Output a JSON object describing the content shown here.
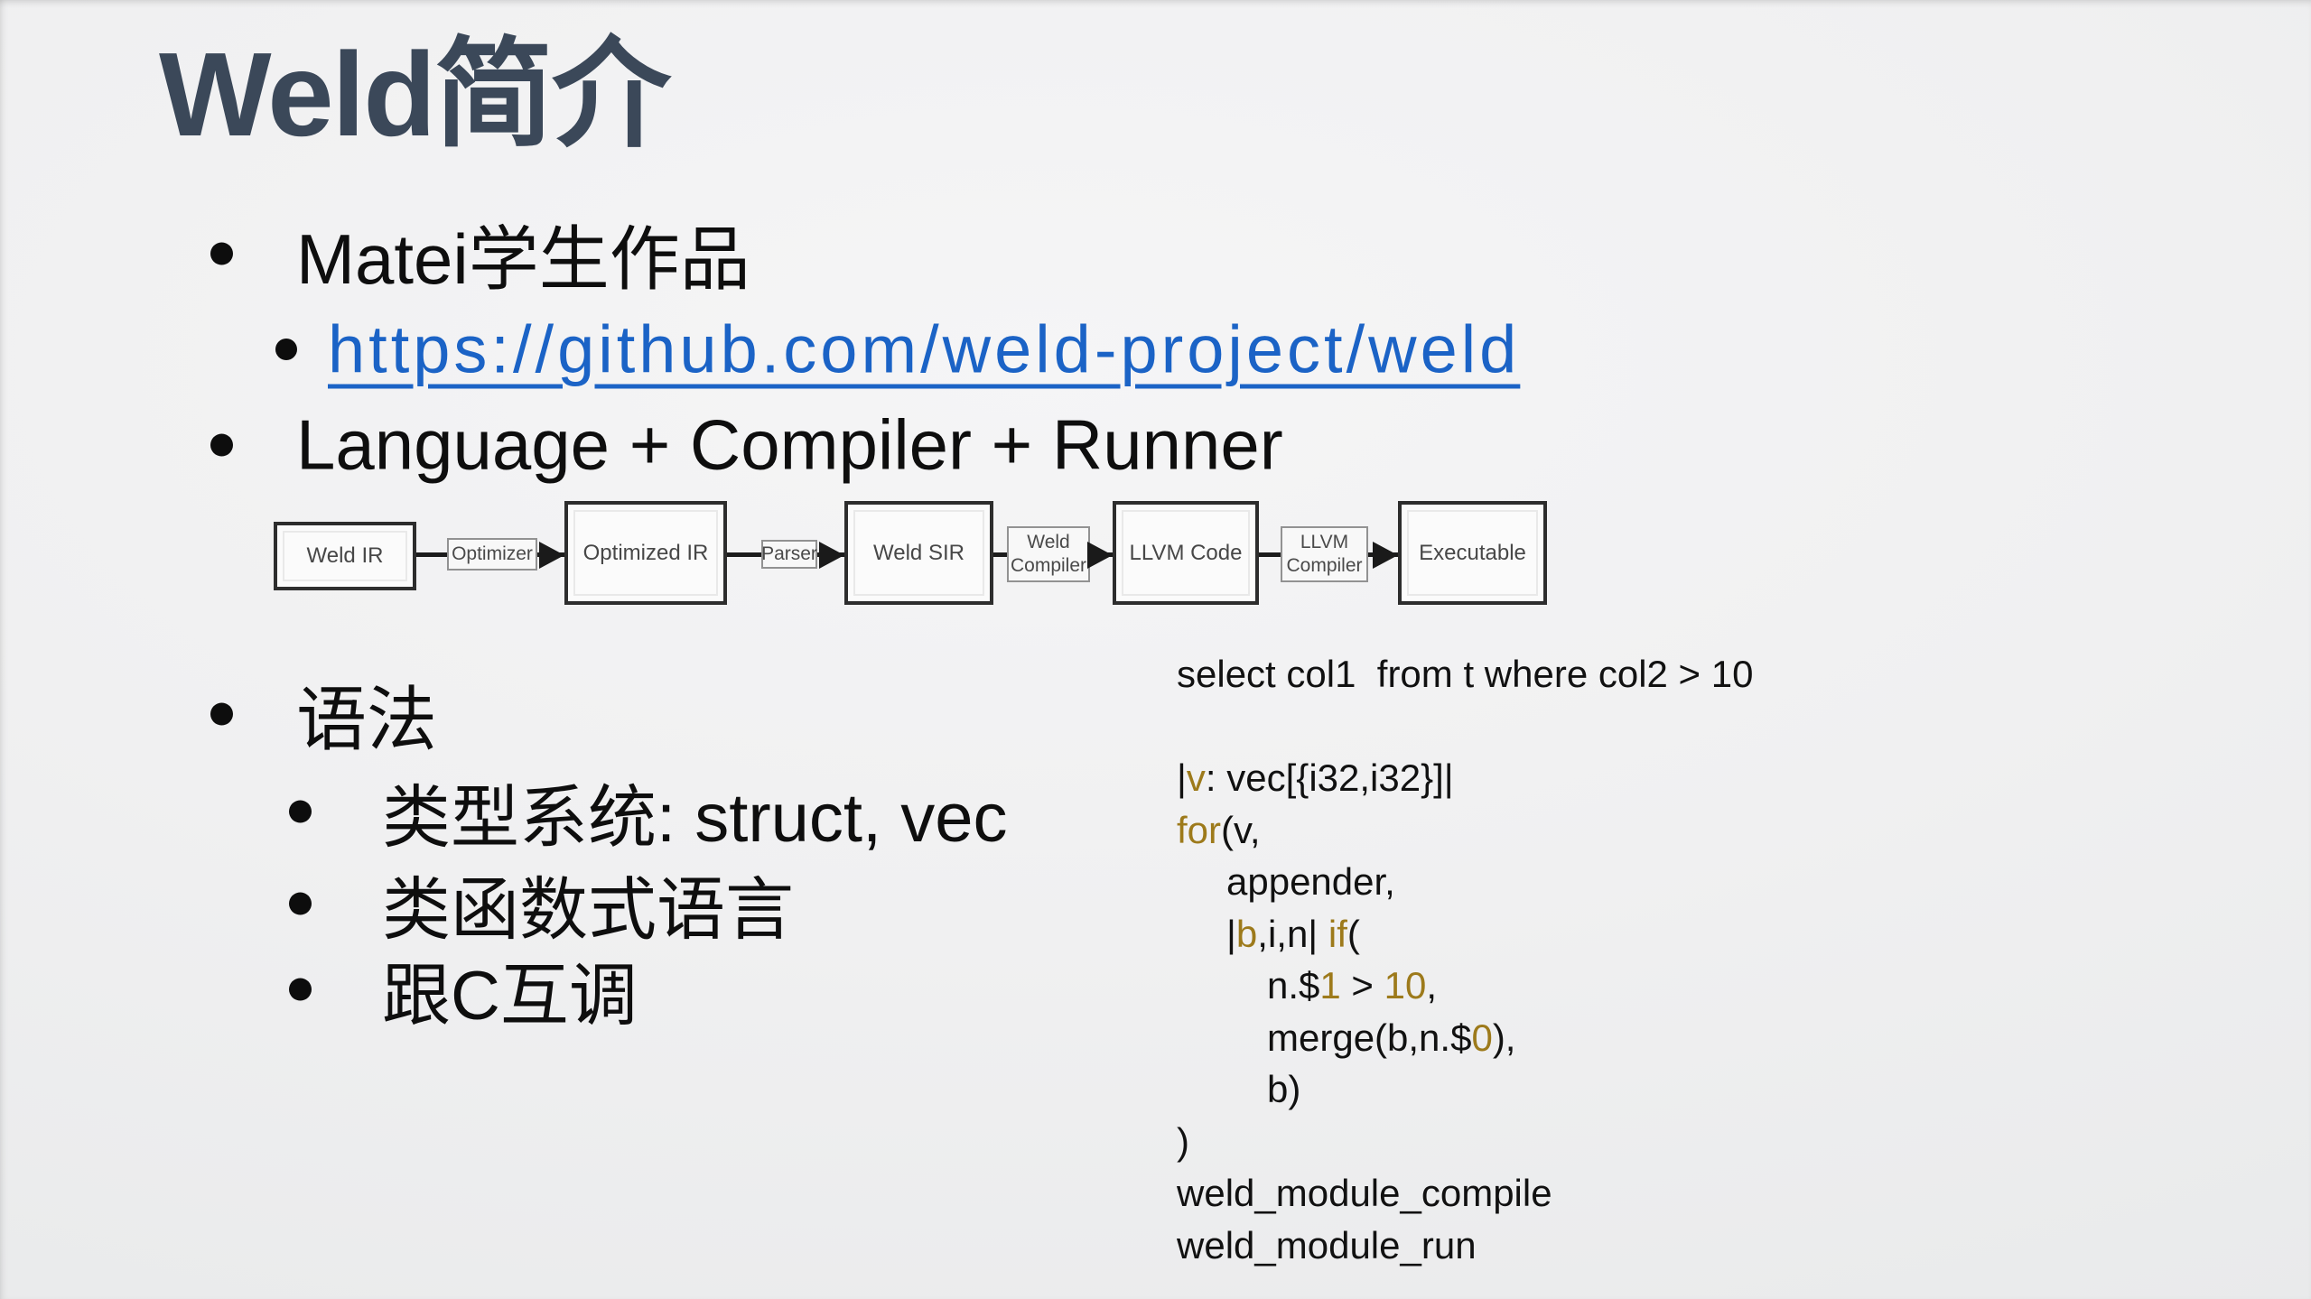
{
  "slide": {
    "title": "Weld简介",
    "bullet1": "Matei学生作品",
    "link": "https://github.com/weld-project/weld",
    "bullet2": "Language + Compiler + Runner",
    "bullet3": "语法",
    "sub_bullets": [
      "类型系统: struct, vec",
      "类函数式语言",
      "跟C互调"
    ]
  },
  "pipeline": {
    "box1": "Weld IR",
    "label1": "Optimizer",
    "box2": "Optimized IR",
    "label2": "Parser",
    "box3": "Weld SIR",
    "label3_line1": "Weld",
    "label3_line2": "Compiler",
    "box4": "LLVM Code",
    "label4_line1": "LLVM",
    "label4_line2": "Compiler",
    "box5": "Executable"
  },
  "code": {
    "sql": "select col1  from t where col2 > 10",
    "l3": {
      "a": "|",
      "b": "v",
      "c": ": vec[{i32,i32}]|"
    },
    "l4": {
      "a": "for",
      "b": "(v,"
    },
    "l5": {
      "a": "appender,"
    },
    "l6": {
      "a": "|",
      "b": "b",
      "c": ",i,n|",
      "d": " if",
      "e": "("
    },
    "l7": {
      "a": "n.$",
      "b": "1",
      "c": " > ",
      "d": "10",
      "e": ","
    },
    "l8": {
      "a": "merge(b,n.$",
      "b": "0",
      "c": "),"
    },
    "l9": {
      "a": "b)"
    },
    "l10": {
      "a": ")"
    },
    "l11": {
      "a": "weld_module_compile"
    },
    "l12": {
      "a": "weld_module_run"
    }
  },
  "colors": {
    "background": "#eff0f1",
    "title": "#3b4859",
    "body_text": "#0e0e0e",
    "link": "#1b63c6",
    "code_keyword": "#9d7a1b",
    "box_border": "#2d2d2d"
  }
}
